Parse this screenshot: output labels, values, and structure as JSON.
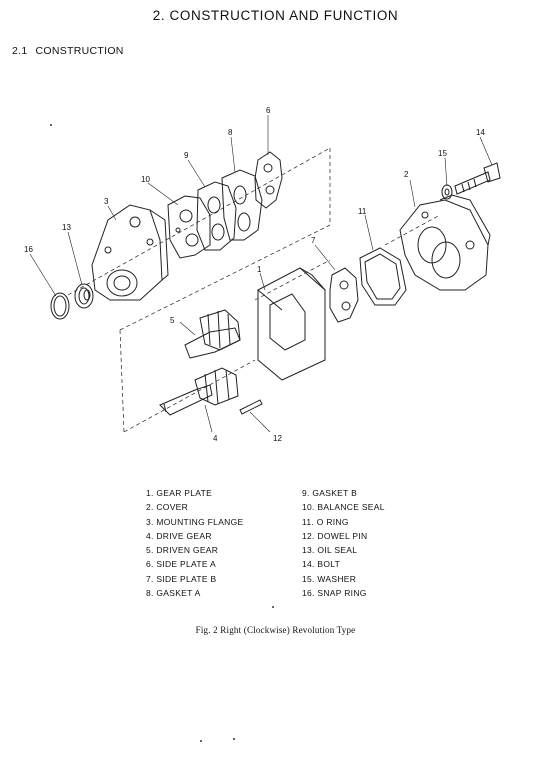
{
  "header": {
    "chapter_title": "2.  CONSTRUCTION AND FUNCTION",
    "section_number": "2.1",
    "section_title": "CONSTRUCTION"
  },
  "figure": {
    "callouts": [
      "1",
      "2",
      "3",
      "4",
      "5",
      "6",
      "7",
      "8",
      "9",
      "10",
      "11",
      "12",
      "13",
      "14",
      "15",
      "16"
    ],
    "caption": "Fig. 2 Right (Clockwise) Revolution Type"
  },
  "parts_list": {
    "column1": [
      "1. GEAR PLATE",
      "2. COVER",
      "3. MOUNTING FLANGE",
      "4. DRIVE GEAR",
      "5. DRIVEN GEAR",
      "6. SIDE PLATE A",
      "7. SIDE PLATE B",
      "8. GASKET A"
    ],
    "column2": [
      "9. GASKET B",
      "10. BALANCE SEAL",
      "11. O RING",
      "12. DOWEL PIN",
      "13. OIL SEAL",
      "14. BOLT",
      "15. WASHER",
      "16. SNAP RING"
    ]
  }
}
